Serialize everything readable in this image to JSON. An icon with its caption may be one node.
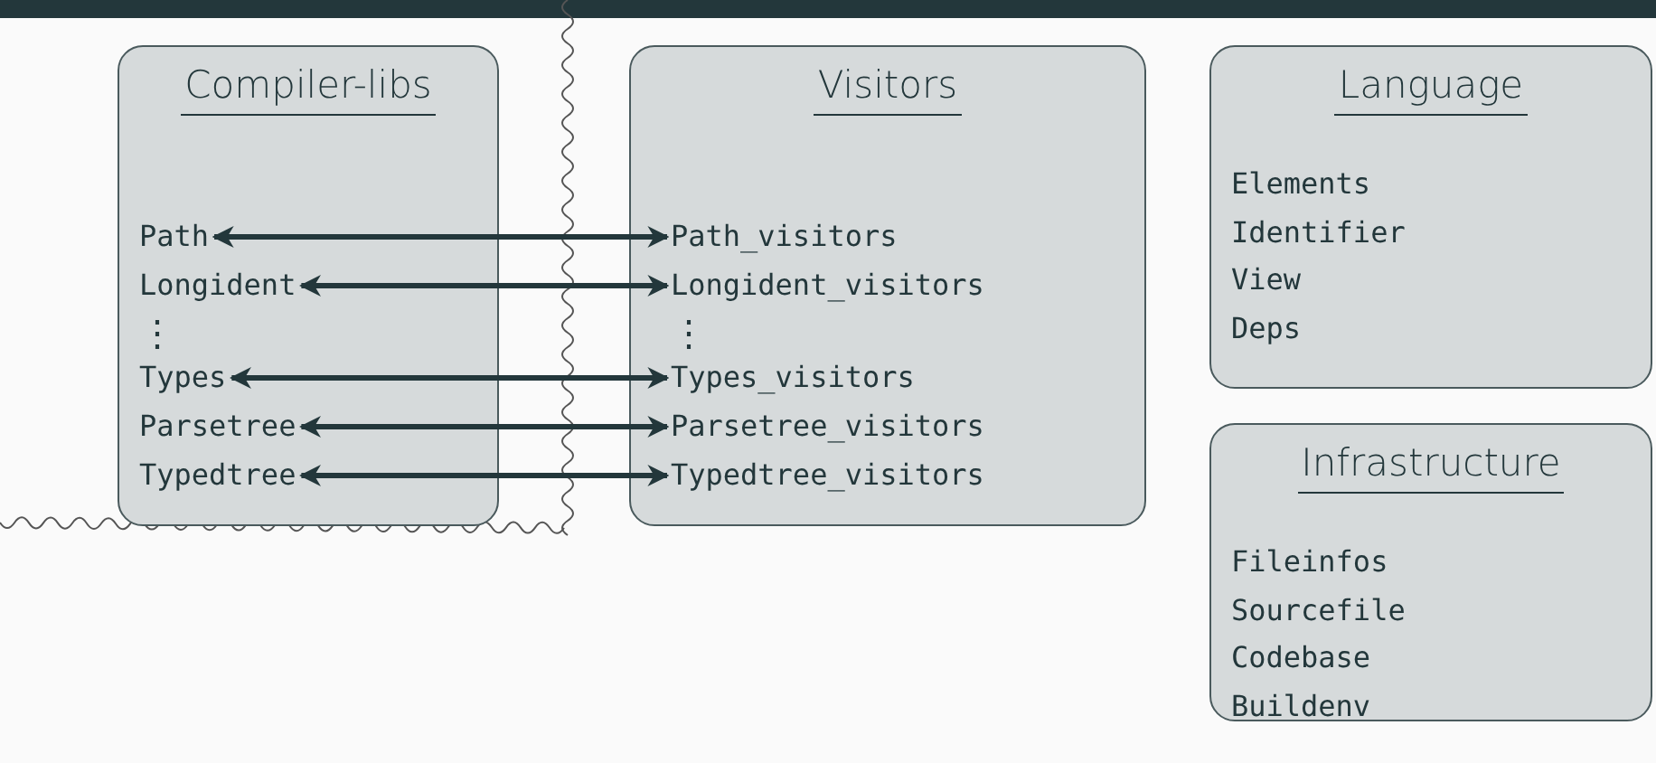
{
  "diagram": {
    "nodes": [
      {
        "text": [
          "Compiler-libs"
        ]
      },
      {
        "text": [
          "Path"
        ],
        "in": 0
      },
      {
        "text": [
          "Longident"
        ],
        "in": 0
      },
      {
        "text": [
          "Types"
        ],
        "in": 0
      },
      {
        "text": [
          "Parsetree"
        ],
        "in": 0
      },
      {
        "text": [
          "Typedtree"
        ],
        "in": 0
      },
      {
        "text": [
          "Visitors"
        ]
      },
      {
        "text": [
          "Path_visitors"
        ],
        "in": 6
      },
      {
        "text": [
          "Longident_visitors"
        ],
        "in": 6
      },
      {
        "text": [
          "Types_visitors"
        ],
        "in": 6
      },
      {
        "text": [
          "Parsetree_visitors"
        ],
        "in": 6
      },
      {
        "text": [
          "Typedtree_visitors"
        ],
        "in": 6
      },
      {
        "text": [
          "Language",
          "Elements",
          "Identifier",
          "View",
          "Deps"
        ]
      },
      {
        "text": [
          "Infrastructure",
          "Fileinfos",
          "Sourcefile",
          "Codebase",
          "Buildenv"
        ]
      }
    ],
    "edges": [
      {
        "from": 1,
        "to": 7,
        "arrow": "both"
      },
      {
        "from": 2,
        "to": 8,
        "arrow": "both"
      },
      {
        "from": 3,
        "to": 9,
        "arrow": "both"
      },
      {
        "from": 4,
        "to": 10,
        "arrow": "both"
      },
      {
        "from": 5,
        "to": 11,
        "arrow": "both"
      }
    ],
    "labels": [
      "⋮",
      "⋮"
    ]
  }
}
